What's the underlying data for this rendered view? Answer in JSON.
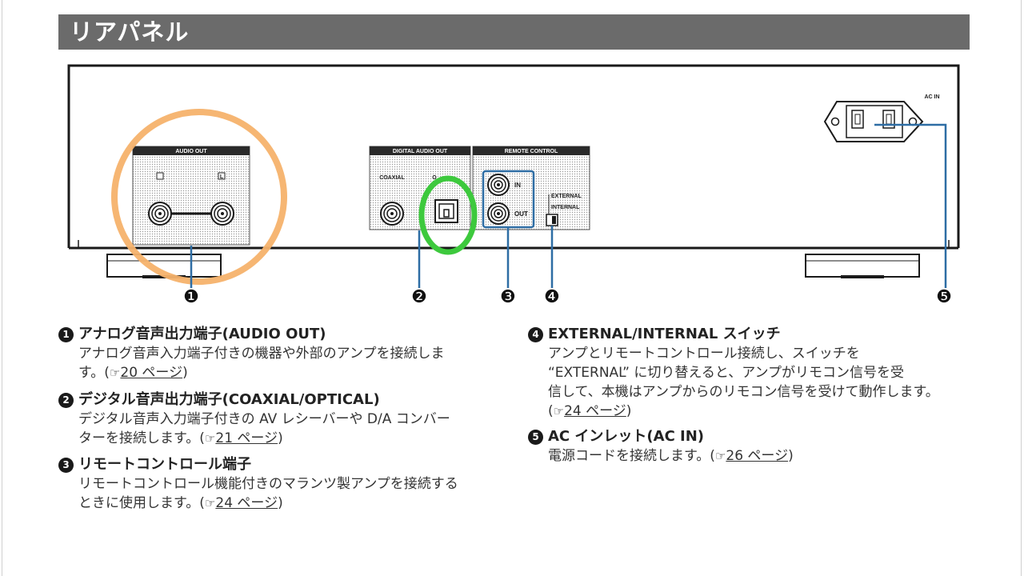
{
  "section_title": "リアパネル",
  "panel_labels": {
    "audio_out": "AUDIO OUT",
    "audio_out_left": "L",
    "digital_audio_out": "DIGITAL AUDIO OUT",
    "coaxial": "COAXIAL",
    "optical": "O",
    "remote_control": "REMOTE CONTROL",
    "in": "IN",
    "out": "OUT",
    "external": "EXTERNAL",
    "internal": "INTERNAL",
    "ac_in": "AC IN"
  },
  "callouts": [
    "❶",
    "❷",
    "❸",
    "❹",
    "❺"
  ],
  "highlight_colors": {
    "orange": "#f6b26b",
    "green": "#3dc93d",
    "blue": "#2e6da4"
  },
  "items": [
    {
      "number": "1",
      "title": "アナログ音声出力端子(AUDIO OUT)",
      "lines": [
        "アナログ音声入力端子付きの機器や外部のアンプを接続しま",
        "す。("
      ],
      "ref_icon": "☞",
      "ref_text": "20 ページ",
      "ref_close": ")"
    },
    {
      "number": "2",
      "title": "デジタル音声出力端子(COAXIAL/OPTICAL)",
      "lines": [
        "デジタル音声入力端子付きの AV レシーバーや D/A コンバー",
        "ターを接続します。("
      ],
      "ref_icon": "☞",
      "ref_text": "21 ページ",
      "ref_close": ")"
    },
    {
      "number": "3",
      "title": "リモートコントロール端子",
      "lines": [
        "リモートコントロール機能付きのマランツ製アンプを接続する",
        "ときに使用します。("
      ],
      "ref_icon": "☞",
      "ref_text": "24 ページ",
      "ref_close": ")"
    },
    {
      "number": "4",
      "title": "EXTERNAL/INTERNAL スイッチ",
      "lines": [
        "アンプとリモートコントロール接続し、スイッチを",
        "“EXTERNAL” に切り替えると、アンプがリモコン信号を受",
        "信して、本機はアンプからのリモコン信号を受けて動作します。",
        "("
      ],
      "ref_icon": "☞",
      "ref_text": "24 ページ",
      "ref_close": ")"
    },
    {
      "number": "5",
      "title": "AC インレット(AC IN)",
      "lines": [
        "電源コードを接続します。("
      ],
      "ref_icon": "☞",
      "ref_text": "26 ページ",
      "ref_close": ")"
    }
  ]
}
